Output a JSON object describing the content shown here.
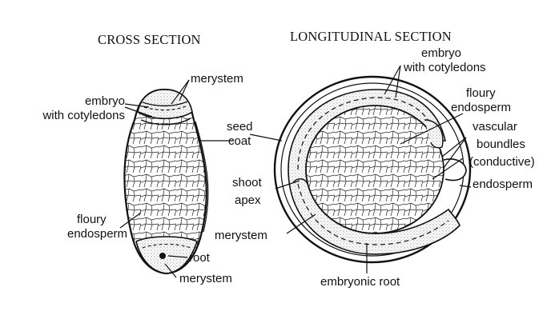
{
  "titles": {
    "cross": "CROSS SECTION",
    "longitudinal": "LONGITUDINAL SECTION"
  },
  "cross_section": {
    "merystem_top": "merystem",
    "embryo_line1": "embryo",
    "embryo_line2": "with cotyledons",
    "floury_line1": "floury",
    "floury_line2": "endosperm",
    "root": "root",
    "merystem_bottom": "merystem"
  },
  "shared": {
    "seed_line1": "seed",
    "seed_line2": "coat"
  },
  "longitudinal_section": {
    "embryo_line1": "embryo",
    "embryo_line2": "with cotyledons",
    "floury_line1": "floury",
    "floury_line2": "endosperm",
    "vascular_line1": "vascular",
    "vascular_line2": "boundles",
    "vascular_line3": "(conductive)",
    "endosperm": "endosperm",
    "shoot_line1": "shoot",
    "shoot_line2": "apex",
    "merystem": "merystem",
    "embryonic_root": "embryonic root"
  },
  "colors": {
    "ink": "#111111",
    "stipple": "#d9d9d9",
    "paper": "#ffffff"
  }
}
